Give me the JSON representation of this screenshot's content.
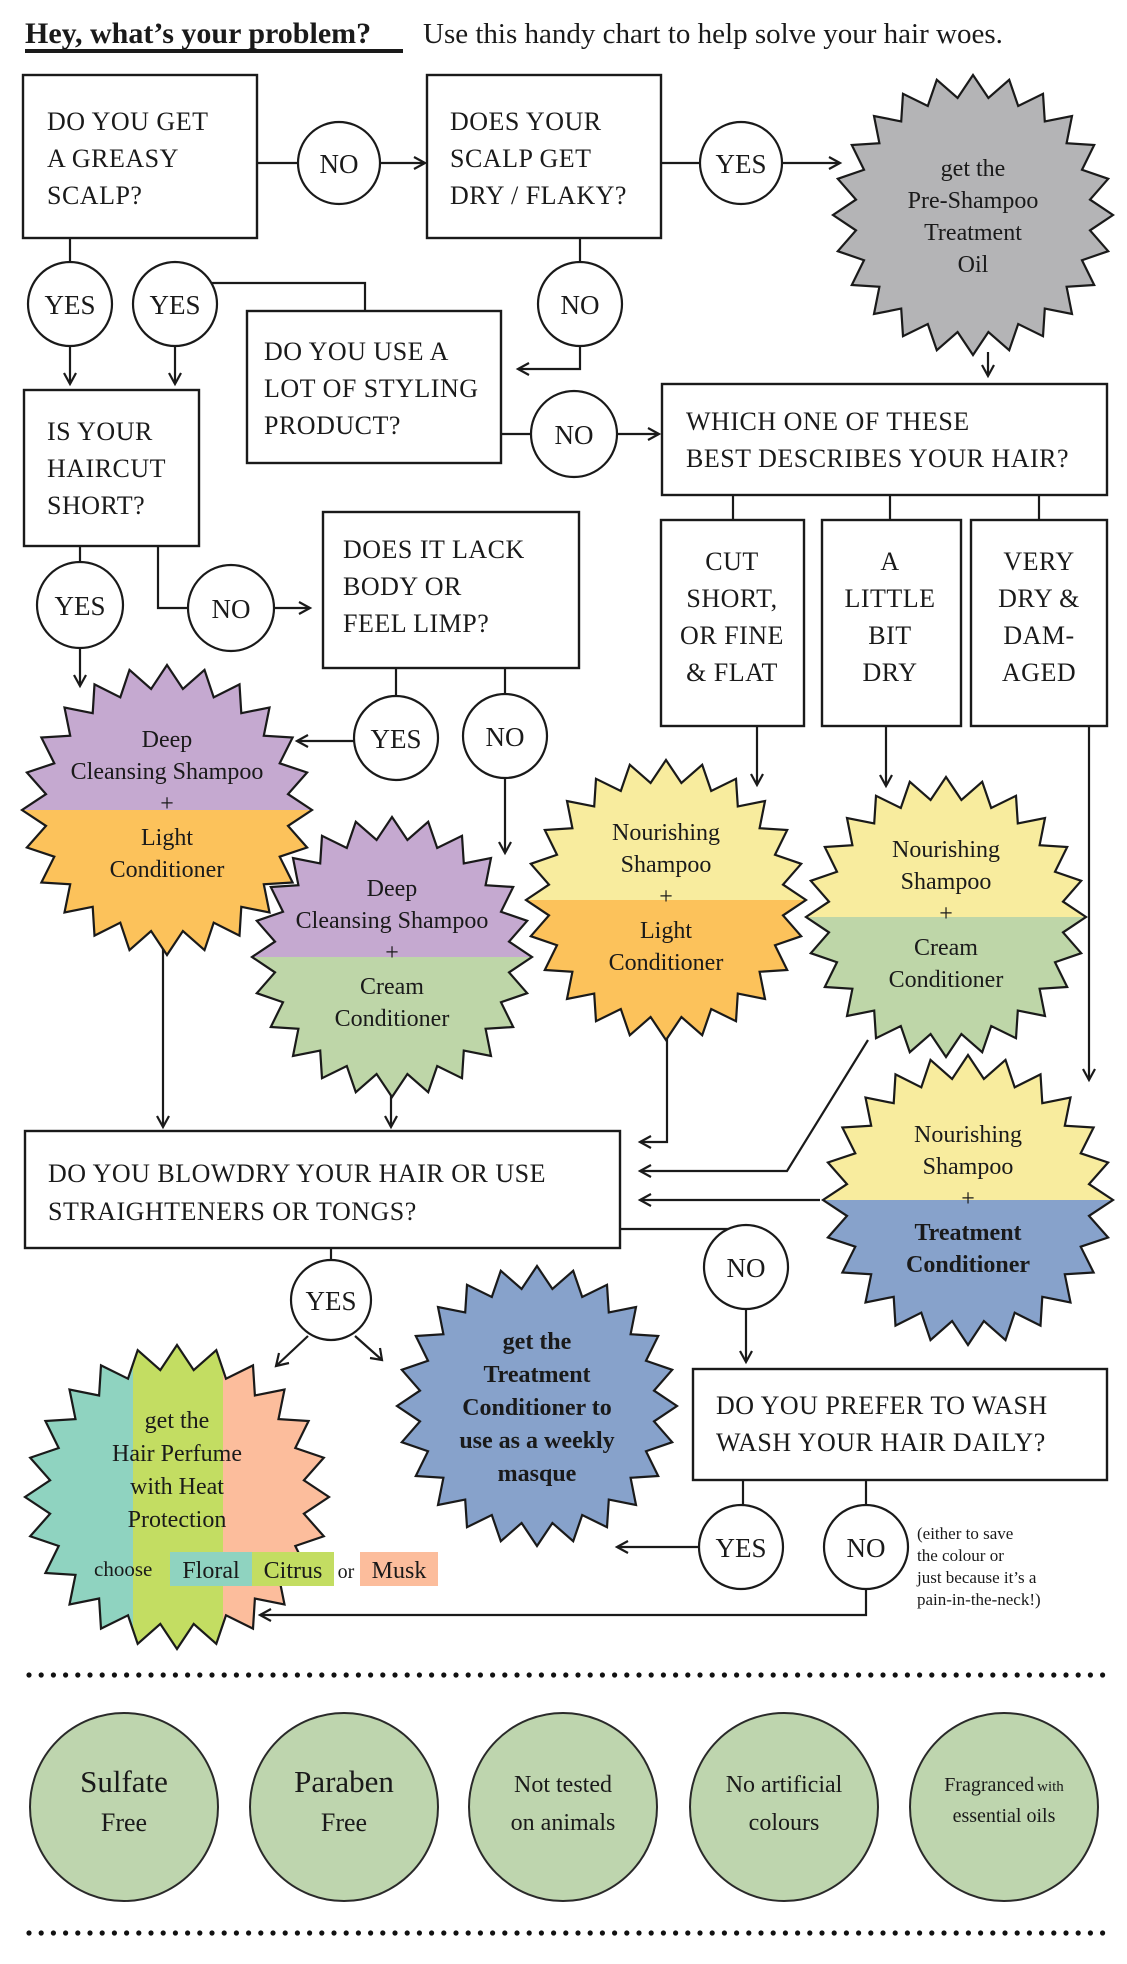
{
  "header": {
    "title": "Hey, what’s your problem?",
    "subtitle": "Use this handy chart to help solve your hair woes."
  },
  "colors": {
    "purple": "#c5a9d0",
    "orange": "#fcc25b",
    "green": "#bed6a8",
    "yellow": "#f8ec9e",
    "blue": "#87a2cb",
    "gray": "#b4b4b6",
    "teal": "#8fd3c0",
    "lime": "#c3dd62",
    "peach": "#fcbd9c",
    "badge": "#bed5ae"
  },
  "questions": {
    "greasy": [
      "DO YOU GET",
      "A GREASY",
      "SCALP?"
    ],
    "dry": [
      "DOES YOUR",
      "SCALP GET",
      "DRY / FLAKY?"
    ],
    "styling": [
      "DO YOU USE A",
      "LOT OF STYLING",
      "PRODUCT?"
    ],
    "haircut": [
      "IS YOUR",
      "HAIRCUT",
      "SHORT?"
    ],
    "which": [
      "WHICH ONE OF THESE",
      "BEST DESCRIBES YOUR HAIR?"
    ],
    "limp": [
      "DOES IT LACK",
      "BODY OR",
      "FEEL LIMP?"
    ],
    "blowdry": [
      "DO YOU BLOWDRY YOUR HAIR OR USE",
      "STRAIGHTENERS OR TONGS?"
    ],
    "wash": [
      "DO YOU PREFER TO WASH",
      "WASH YOUR HAIR DAILY?"
    ]
  },
  "hair_types": [
    [
      "CUT",
      "SHORT,",
      "OR FINE",
      "& FLAT"
    ],
    [
      "A",
      "LITTLE",
      "BIT",
      "DRY"
    ],
    [
      "VERY",
      "DRY &",
      "DAM-",
      "AGED"
    ]
  ],
  "answers": {
    "yes": "YES",
    "no": "NO"
  },
  "products": {
    "pre_shampoo": [
      "get the",
      "Pre-Shampoo",
      "Treatment",
      "Oil"
    ],
    "deep_light": {
      "top": [
        "Deep",
        "Cleansing Shampoo"
      ],
      "plus": "+",
      "bottom": [
        "Light",
        "Conditioner"
      ]
    },
    "deep_cream": {
      "top": [
        "Deep",
        "Cleansing Shampoo"
      ],
      "plus": "+",
      "bottom": [
        "Cream",
        "Conditioner"
      ]
    },
    "nour_light": {
      "top": [
        "Nourishing",
        "Shampoo"
      ],
      "plus": "+",
      "bottom": [
        "Light",
        "Conditioner"
      ]
    },
    "nour_cream": {
      "top": [
        "Nourishing",
        "Shampoo"
      ],
      "plus": "+",
      "bottom": [
        "Cream",
        "Conditioner"
      ]
    },
    "nour_treatment": {
      "top": [
        "Nourishing",
        "Shampoo"
      ],
      "plus": "+",
      "bottom": [
        "Treatment",
        "Conditioner"
      ]
    },
    "hair_perfume": {
      "lines": [
        "get the",
        "Hair Perfume",
        "with Heat",
        "Protection"
      ],
      "choose": "choose",
      "options": [
        "Floral",
        "Citrus",
        "Musk"
      ],
      "or": "or"
    },
    "masque": [
      "get the",
      "Treatment",
      "Conditioner to",
      "use as a weekly",
      "masque"
    ]
  },
  "wash_note": [
    "(either to save",
    "the colour or",
    "just because it’s a",
    "pain-in-the-neck!)"
  ],
  "badges": [
    {
      "line1": "Sulfate",
      "line2": "Free"
    },
    {
      "line1": "Paraben",
      "line2": "Free"
    },
    {
      "line1": "Not tested",
      "line2": "on animals"
    },
    {
      "line1": "No artificial",
      "line2": "colours"
    },
    {
      "line1": "Fragranced",
      "line1_small": "with",
      "line2": "essential oils"
    }
  ]
}
